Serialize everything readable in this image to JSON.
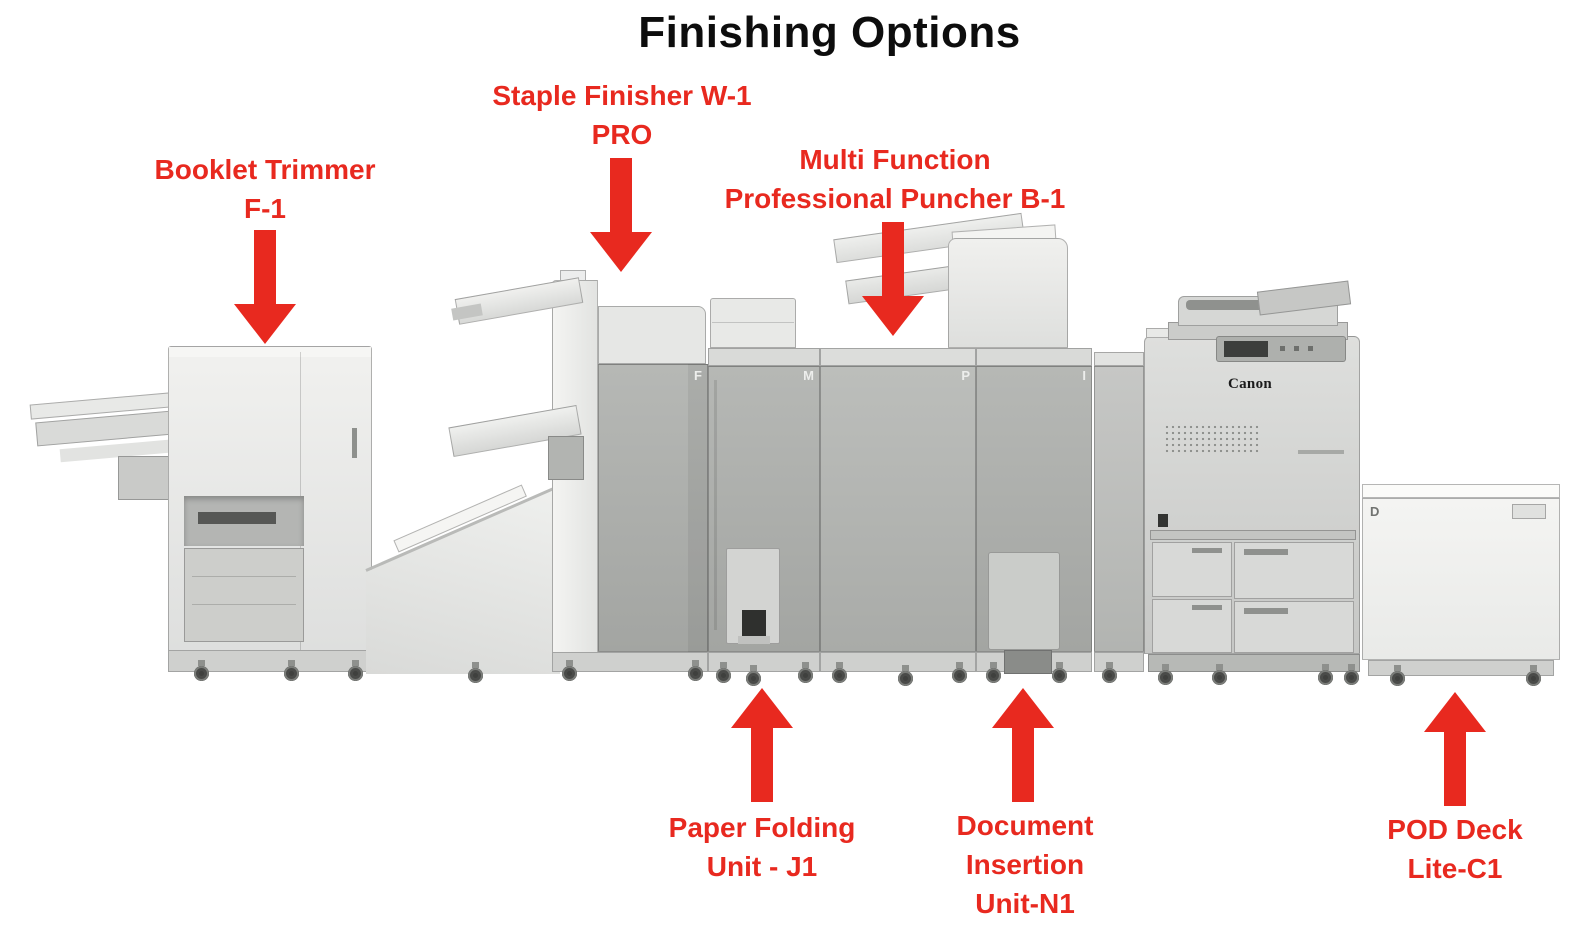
{
  "title": "Finishing Options",
  "colors": {
    "accent_red": "#E8291F"
  },
  "callouts": [
    {
      "id": "booklet-trimmer",
      "direction": "down",
      "lines": [
        "Booklet Trimmer",
        "F-1"
      ]
    },
    {
      "id": "staple-finisher",
      "direction": "down",
      "lines": [
        "Staple Finisher W-1",
        "PRO"
      ]
    },
    {
      "id": "multi-function-puncher",
      "direction": "down",
      "lines": [
        "Multi Function",
        "Professional Puncher B-1"
      ]
    },
    {
      "id": "paper-folding",
      "direction": "up",
      "lines": [
        "Paper Folding",
        "Unit - J1"
      ]
    },
    {
      "id": "document-insertion",
      "direction": "up",
      "lines": [
        "Document",
        "Insertion",
        "Unit-N1"
      ]
    },
    {
      "id": "pod-deck",
      "direction": "up",
      "lines": [
        "POD Deck",
        "Lite-C1"
      ]
    }
  ],
  "unit_badges": {
    "staple_finisher": "F",
    "paper_folding": "M",
    "puncher": "P",
    "document_insertion": "I",
    "pod_deck": "D"
  },
  "printer": {
    "brand": "Canon"
  }
}
